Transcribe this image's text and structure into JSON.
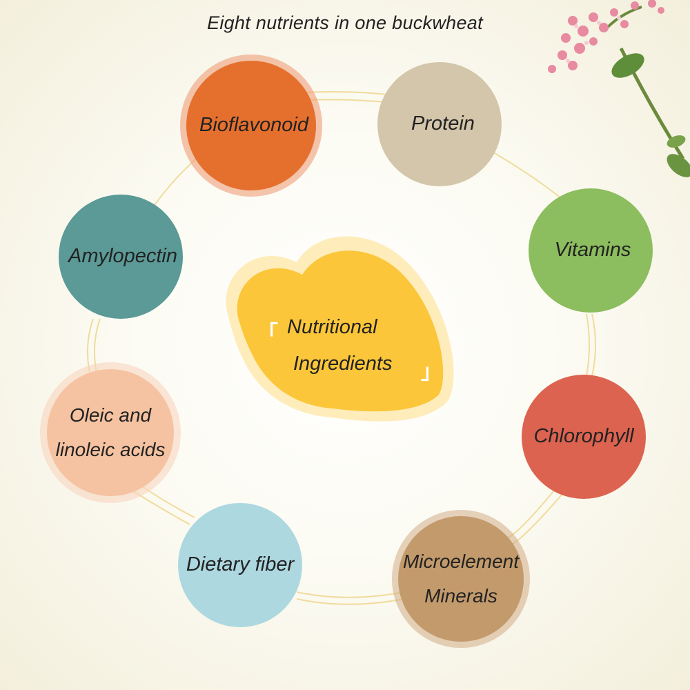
{
  "title": "Eight nutrients in one buckwheat",
  "center": {
    "line1": "Nutritional",
    "line2": "Ingredients",
    "open_bracket": "「",
    "close_bracket": "」"
  },
  "nodes": [
    {
      "label": "Bioflavonoid",
      "color": "#e5702e"
    },
    {
      "label": "Protein",
      "color": "#d4c6ab"
    },
    {
      "label": "Vitamins",
      "color": "#8cbd5e"
    },
    {
      "label": "Chlorophyll",
      "color": "#dc6350"
    },
    {
      "label_line1": "Microelement",
      "label_line2": "Minerals",
      "color": "#c39a6c"
    },
    {
      "label": "Dietary fiber",
      "color": "#add8e0"
    },
    {
      "label_line1": "Oleic and",
      "label_line2": "linoleic acids",
      "color": "#f5c3a1"
    },
    {
      "label": "Amylopectin",
      "color": "#5b9a96"
    }
  ],
  "heart_color": "#fbc63a",
  "ring_color": "#f0d894"
}
